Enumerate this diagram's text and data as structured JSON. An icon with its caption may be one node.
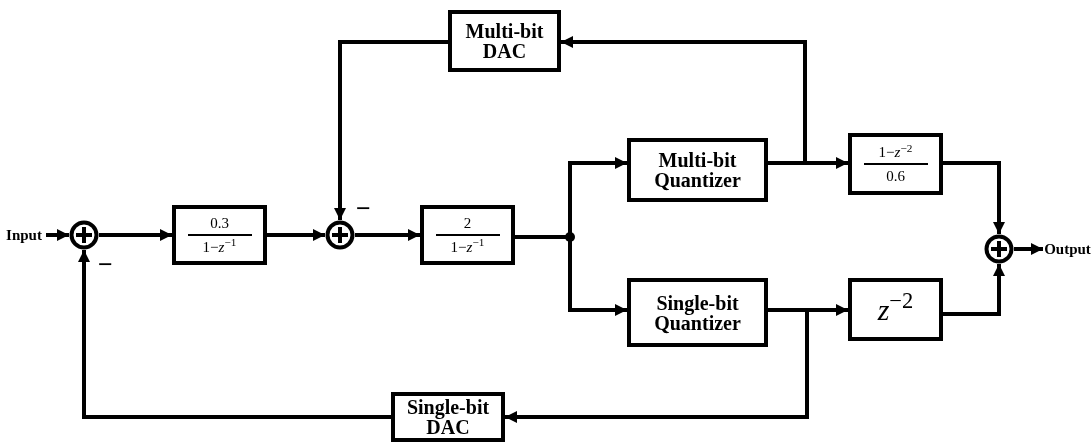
{
  "diagram": {
    "nodes": [
      {
        "text": [
          "Multi-bit DAC"
        ]
      },
      {
        "text": [],
        "shape": "circle"
      },
      {
        "text": [
          "0.3",
          "1−*z*$^{−1}$"
        ]
      },
      {
        "text": [],
        "shape": "circle"
      },
      {
        "text": [
          "2",
          "1−*z*$^{−1}$"
        ]
      },
      {
        "text": [
          "Multi-bit Quantizer"
        ]
      },
      {
        "text": [
          "1−*z*$^{−2}$",
          "0.6"
        ]
      },
      {
        "text": [],
        "shape": "circle"
      },
      {
        "text": [
          "Single-bit Quantizer"
        ]
      },
      {
        "text": [
          "*z*$^{−2}$"
        ]
      },
      {
        "text": [
          "Single-bit DAC"
        ]
      },
      {
        "text": [
          "Input"
        ]
      },
      {
        "text": [
          "Output"
        ]
      }
    ],
    "edges": [
      {
        "from": 11,
        "to": 1,
        "arrow": "to"
      },
      {
        "from": 1,
        "to": 2,
        "arrow": "to"
      },
      {
        "from": 2,
        "to": 3,
        "arrow": "to"
      },
      {
        "from": 3,
        "to": 4,
        "arrow": "to"
      },
      {
        "from": 4,
        "to": 5,
        "arrow": "to"
      },
      {
        "from": 4,
        "to": 8,
        "arrow": "to"
      },
      {
        "from": 5,
        "to": 6,
        "arrow": "to"
      },
      {
        "from": 5,
        "to": 0,
        "arrow": "to"
      },
      {
        "from": 0,
        "to": 3,
        "arrow": "to"
      },
      {
        "from": 6,
        "to": 7,
        "arrow": "to"
      },
      {
        "from": 8,
        "to": 9,
        "arrow": "to"
      },
      {
        "from": 8,
        "to": 10,
        "arrow": "to"
      },
      {
        "from": 10,
        "to": 1,
        "arrow": "to"
      },
      {
        "from": 9,
        "to": 7,
        "arrow": "to"
      },
      {
        "from": 7,
        "to": 12,
        "arrow": "to"
      }
    ],
    "labels": [
      "−",
      "−"
    ]
  }
}
